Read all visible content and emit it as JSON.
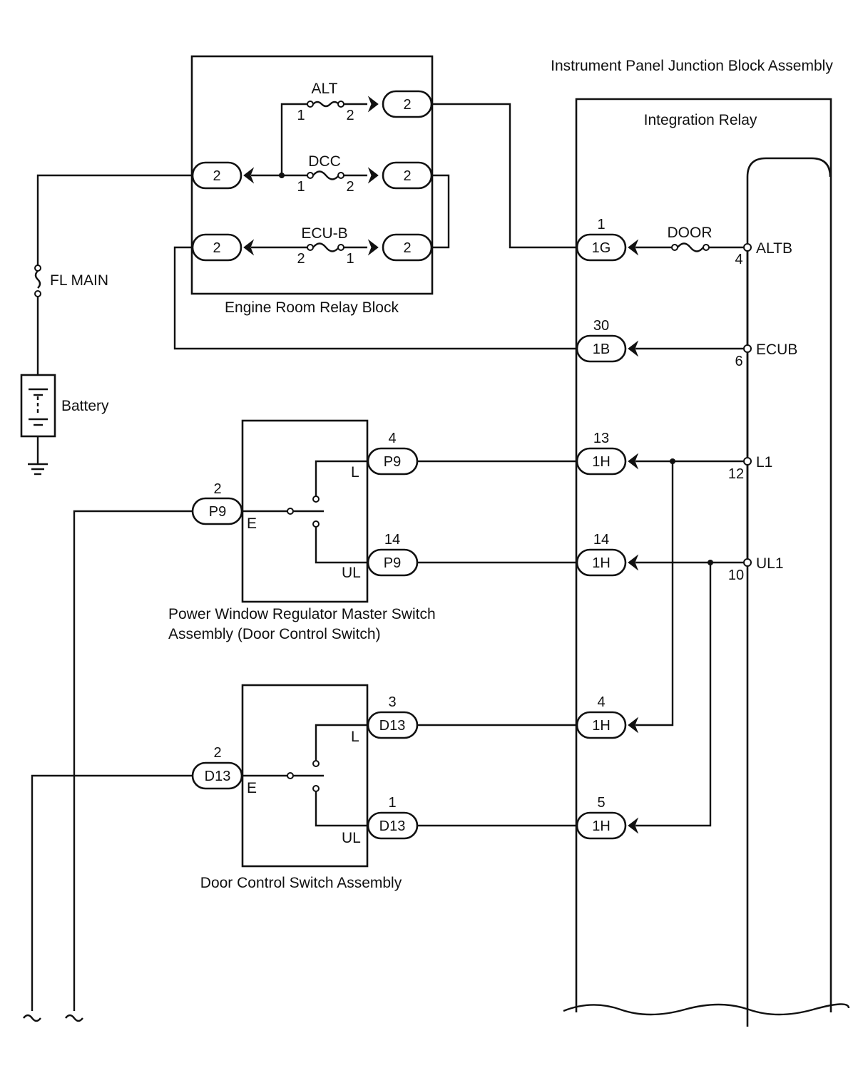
{
  "labels": {
    "ip_junction_block": "Instrument Panel Junction Block Assembly",
    "integration_relay": "Integration Relay",
    "engine_room_relay_block": "Engine Room Relay Block",
    "fl_main": "FL MAIN",
    "battery": "Battery",
    "pw_master_switch_line1": "Power Window Regulator Master Switch",
    "pw_master_switch_line2": "Assembly (Door Control Switch)",
    "door_control_switch": "Door Control Switch Assembly"
  },
  "fuses": {
    "alt": "ALT",
    "dcc": "DCC",
    "ecub": "ECU-B",
    "door": "DOOR"
  },
  "fuse_pins": {
    "alt_left": "1",
    "alt_right": "2",
    "dcc_left": "1",
    "dcc_right": "2",
    "ecub_left": "2",
    "ecub_right": "1"
  },
  "engine_room_connectors": {
    "alt_out": "2",
    "battery_in": "2",
    "dcc_out": "2",
    "ecub_left": "2",
    "ecub_right": "2"
  },
  "ip_connectors": {
    "c1": {
      "pin": "1",
      "name": "1G"
    },
    "c30": {
      "pin": "30",
      "name": "1B"
    },
    "c13": {
      "pin": "13",
      "name": "1H"
    },
    "c14": {
      "pin": "14",
      "name": "1H"
    },
    "c4": {
      "pin": "4",
      "name": "1H"
    },
    "c5": {
      "pin": "5",
      "name": "1H"
    }
  },
  "relay_terminals": {
    "altb": {
      "name": "ALTB",
      "pin": "4"
    },
    "ecub": {
      "name": "ECUB",
      "pin": "6"
    },
    "l1": {
      "name": "L1",
      "pin": "12"
    },
    "ul1": {
      "name": "UL1",
      "pin": "10"
    }
  },
  "master_switch": {
    "l": {
      "pin": "4",
      "name": "P9",
      "terminal": "L"
    },
    "ul": {
      "pin": "14",
      "name": "P9",
      "terminal": "UL"
    },
    "e": {
      "pin": "2",
      "name": "P9",
      "terminal": "E"
    }
  },
  "door_switch": {
    "l": {
      "pin": "3",
      "name": "D13",
      "terminal": "L"
    },
    "ul": {
      "pin": "1",
      "name": "D13",
      "terminal": "UL"
    },
    "e": {
      "pin": "2",
      "name": "D13",
      "terminal": "E"
    }
  }
}
